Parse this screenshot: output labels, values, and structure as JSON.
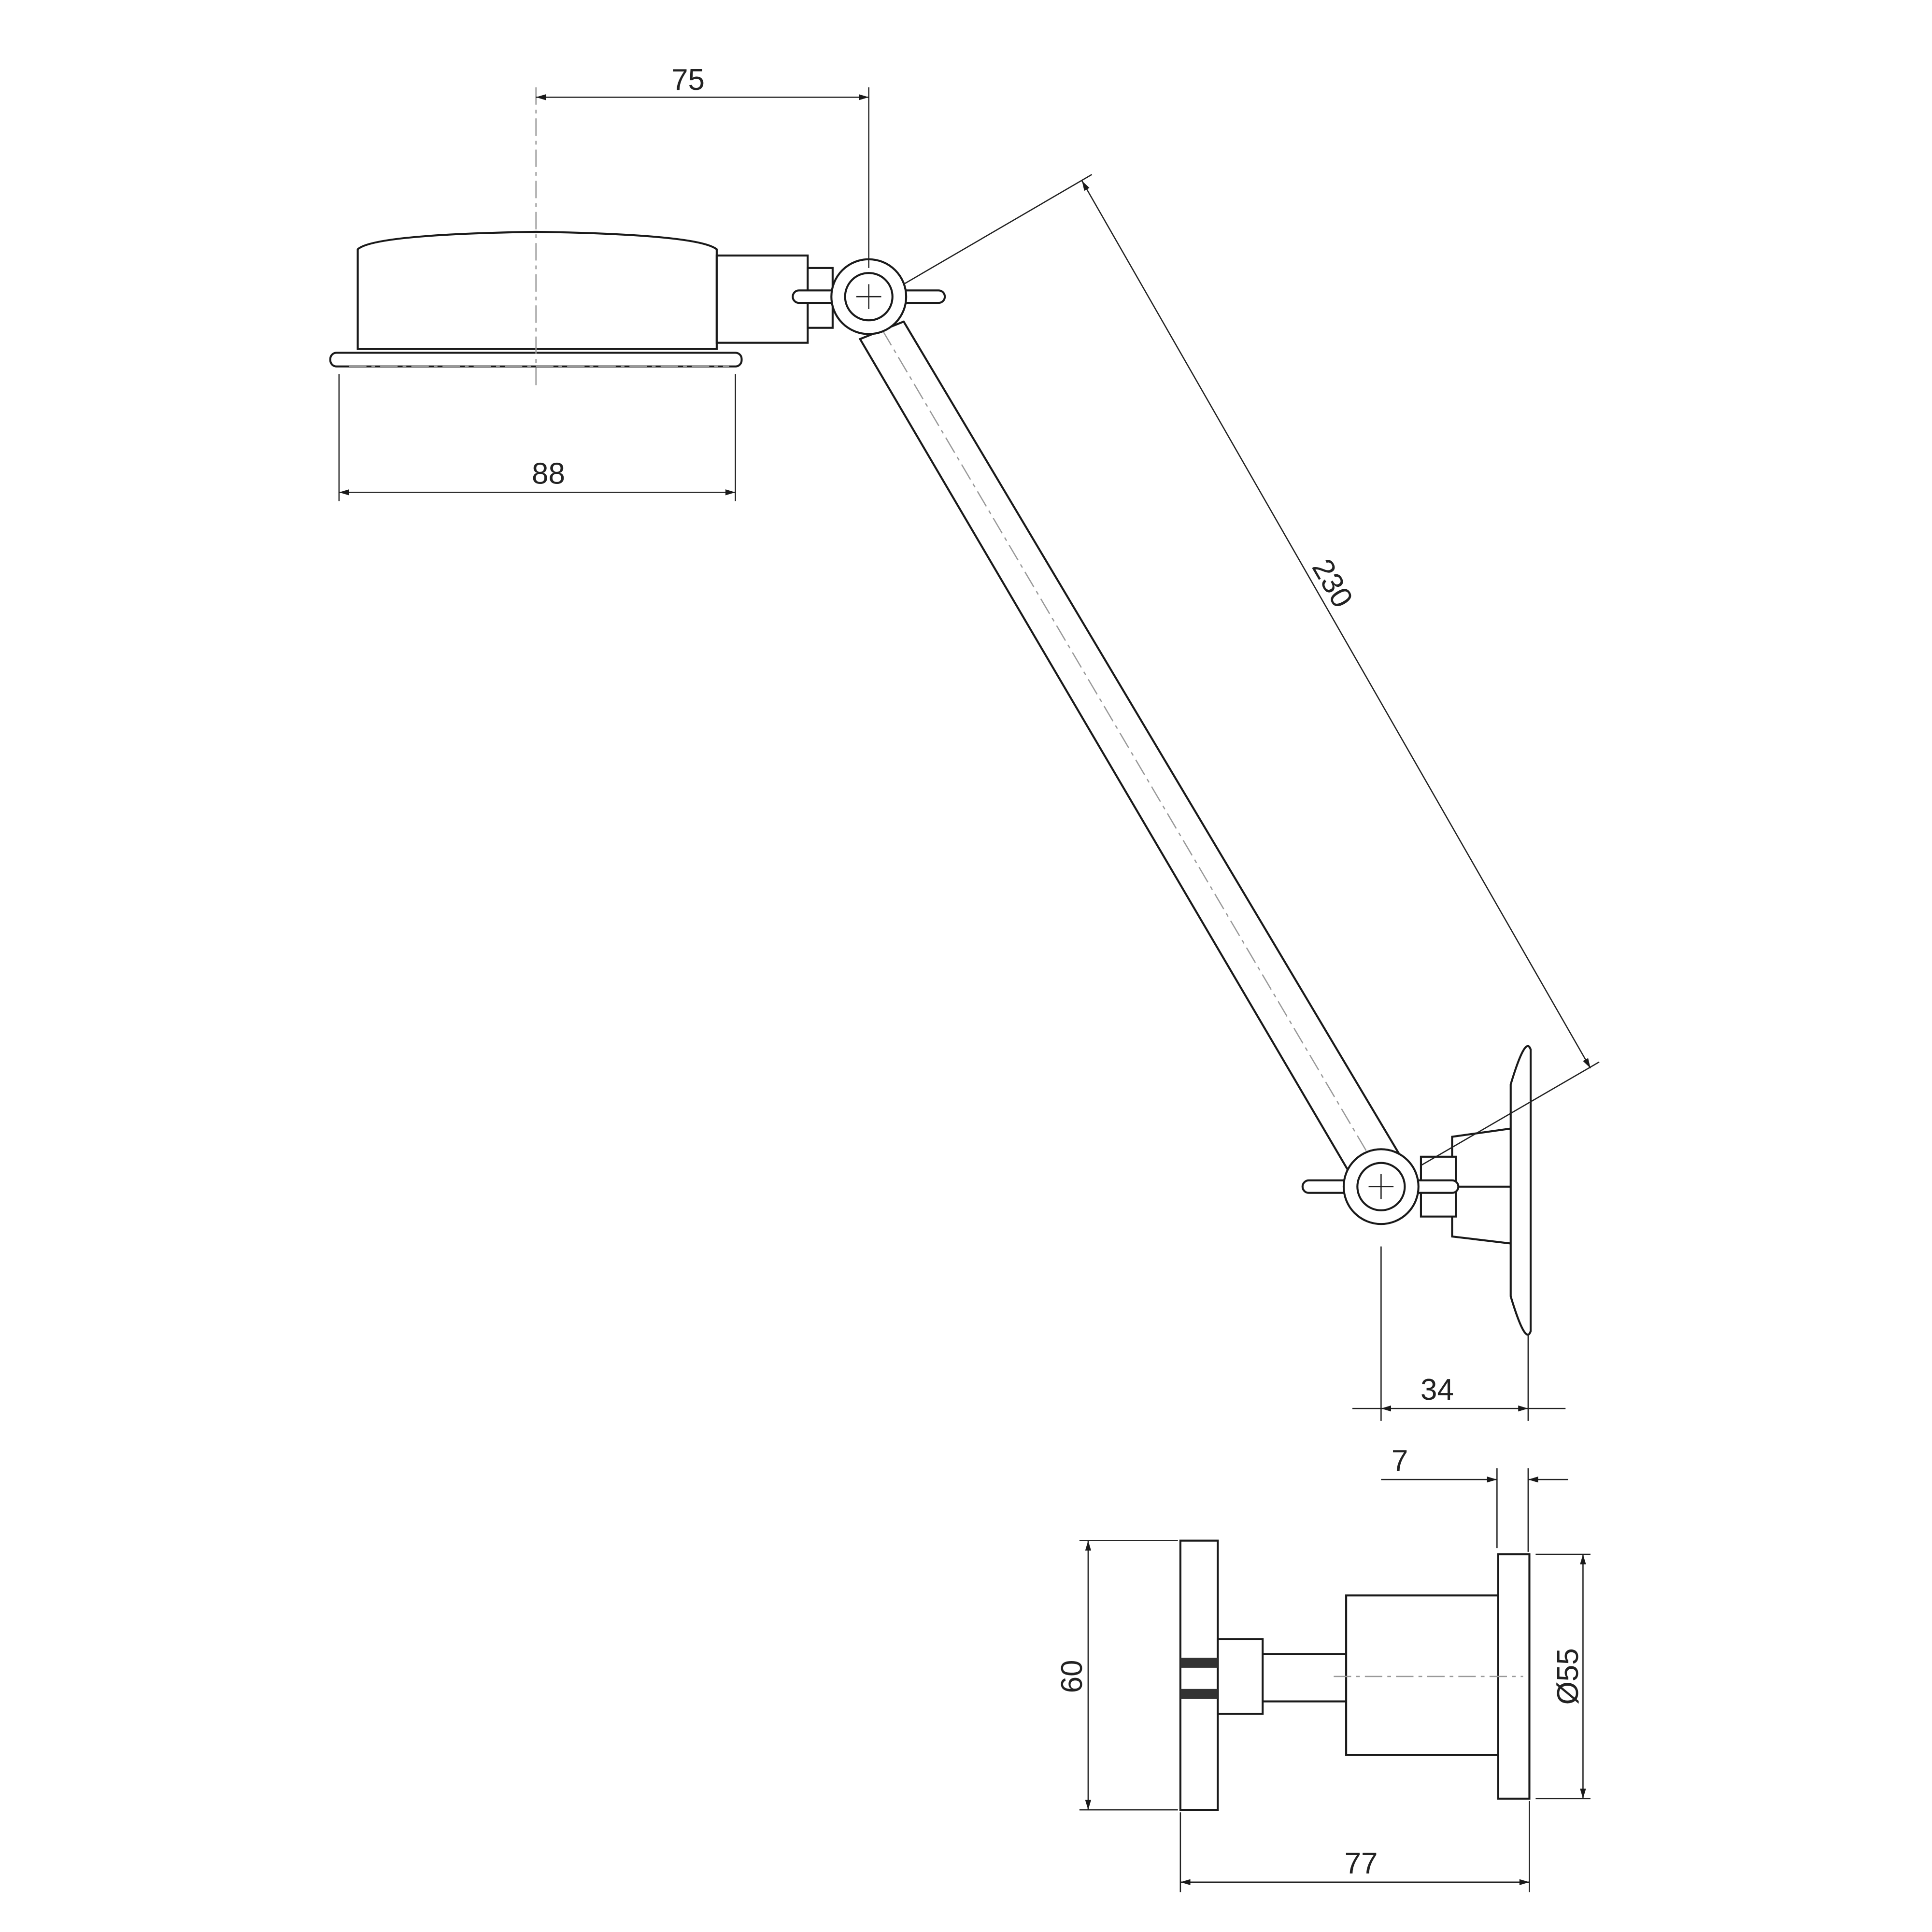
{
  "drawing": {
    "title": "Shower arm with head - dimension drawing",
    "dimensions": {
      "head_offset": "75",
      "head_diameter": "88",
      "arm_length": "230",
      "wall_projection": "34",
      "plate_thickness": "7",
      "flange_height": "60",
      "rosette_diameter": "Ø55",
      "total_depth": "77"
    }
  }
}
